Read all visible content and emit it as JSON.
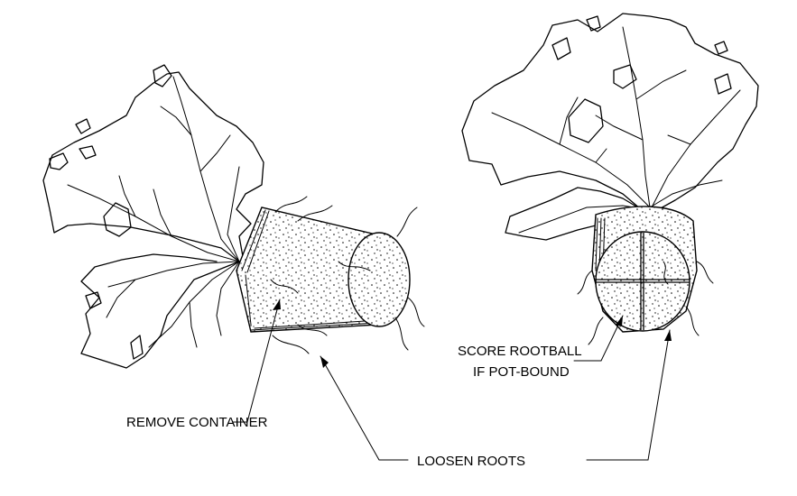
{
  "labels": {
    "remove_container": "REMOVE CONTAINER",
    "loosen_roots": "LOOSEN ROOTS",
    "score_rootball_line1": "SCORE ROOTBALL",
    "score_rootball_line2": "IF POT-BOUND"
  }
}
